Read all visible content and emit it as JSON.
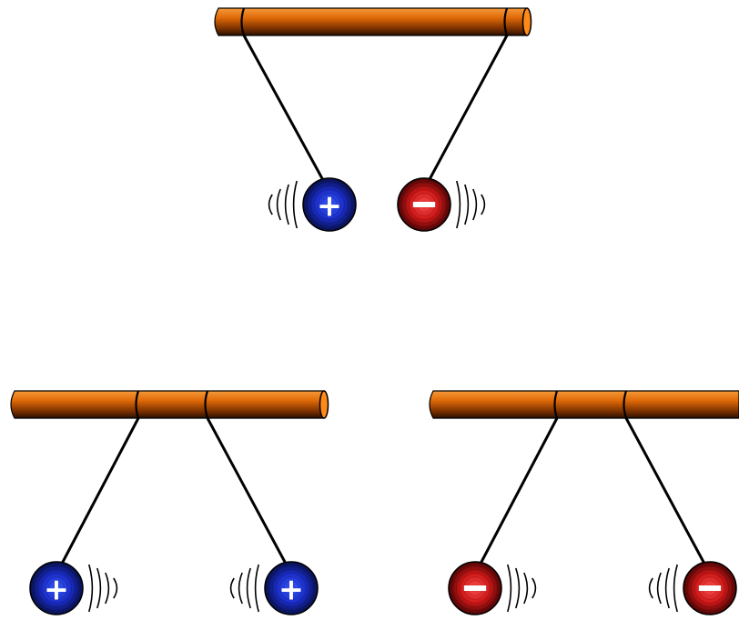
{
  "diagram": {
    "description_free": true,
    "panels": [
      {
        "id": "attract",
        "balls": [
          {
            "charge": "+",
            "color_fill": "#1a2dc8",
            "color_dark": "#0a1060",
            "wave_side": "left"
          },
          {
            "charge": "−",
            "color_fill": "#d01818",
            "color_dark": "#600808",
            "wave_side": "right"
          }
        ]
      },
      {
        "id": "repel-positive",
        "balls": [
          {
            "charge": "+",
            "color_fill": "#1a2dc8",
            "color_dark": "#0a1060",
            "wave_side": "right"
          },
          {
            "charge": "+",
            "color_fill": "#1a2dc8",
            "color_dark": "#0a1060",
            "wave_side": "left"
          }
        ]
      },
      {
        "id": "repel-negative",
        "balls": [
          {
            "charge": "−",
            "color_fill": "#d01818",
            "color_dark": "#600808",
            "wave_side": "right"
          },
          {
            "charge": "−",
            "color_fill": "#d01818",
            "color_dark": "#600808",
            "wave_side": "left"
          }
        ]
      }
    ],
    "colors": {
      "rod_light": "#f07a10",
      "rod_dark": "#3a1a00",
      "rod_end": "#ff8a1a",
      "string": "#000000"
    }
  }
}
